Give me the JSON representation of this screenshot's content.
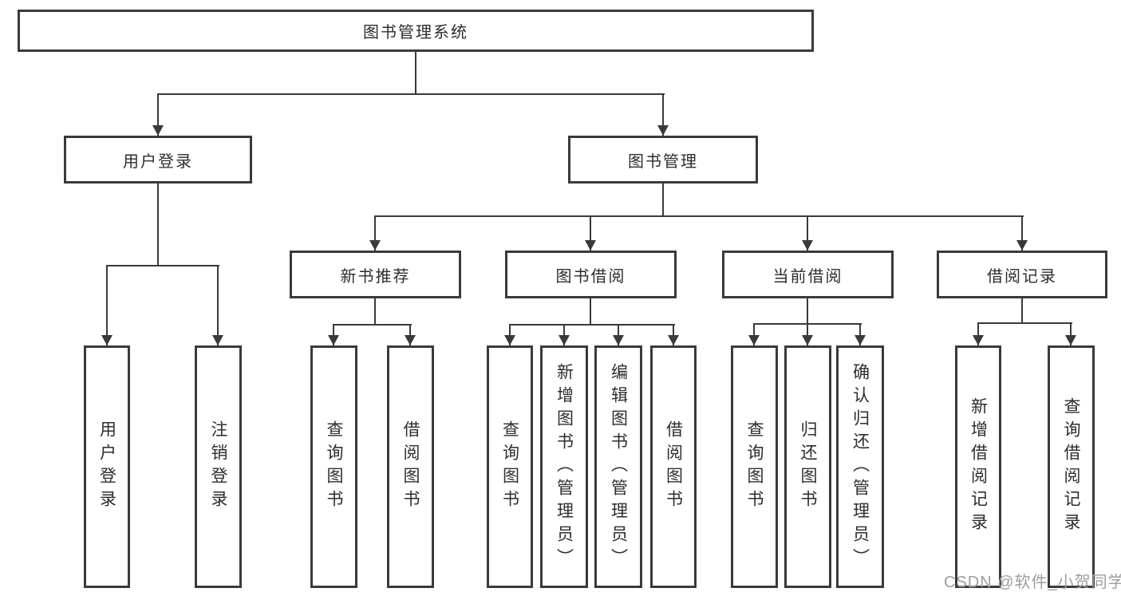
{
  "tree": {
    "root": "图书管理系统",
    "level2": {
      "user_login": "用户登录",
      "book_management": "图书管理"
    },
    "level3": [
      "新书推荐",
      "图书借阅",
      "当前借阅",
      "借阅记录"
    ],
    "leaves": {
      "user_login": [
        "用户登录",
        "注销登录"
      ],
      "new_book_recommend": [
        "查询图书",
        "借阅图书"
      ],
      "book_borrow": [
        "查询图书",
        "新增图书（管理员）",
        "编辑图书（管理员）",
        "借阅图书"
      ],
      "current_borrow": [
        "查询图书",
        "归还图书",
        "确认归还（管理员）"
      ],
      "borrow_records": [
        "新增借阅记录",
        "查询借阅记录"
      ]
    }
  },
  "watermark": "CSDN @软件_小贺同学",
  "colors": {
    "line": "#3a3a3a",
    "text": "#2d2d2d",
    "watermark": "#9e9ea2",
    "background": "#ffffff"
  }
}
